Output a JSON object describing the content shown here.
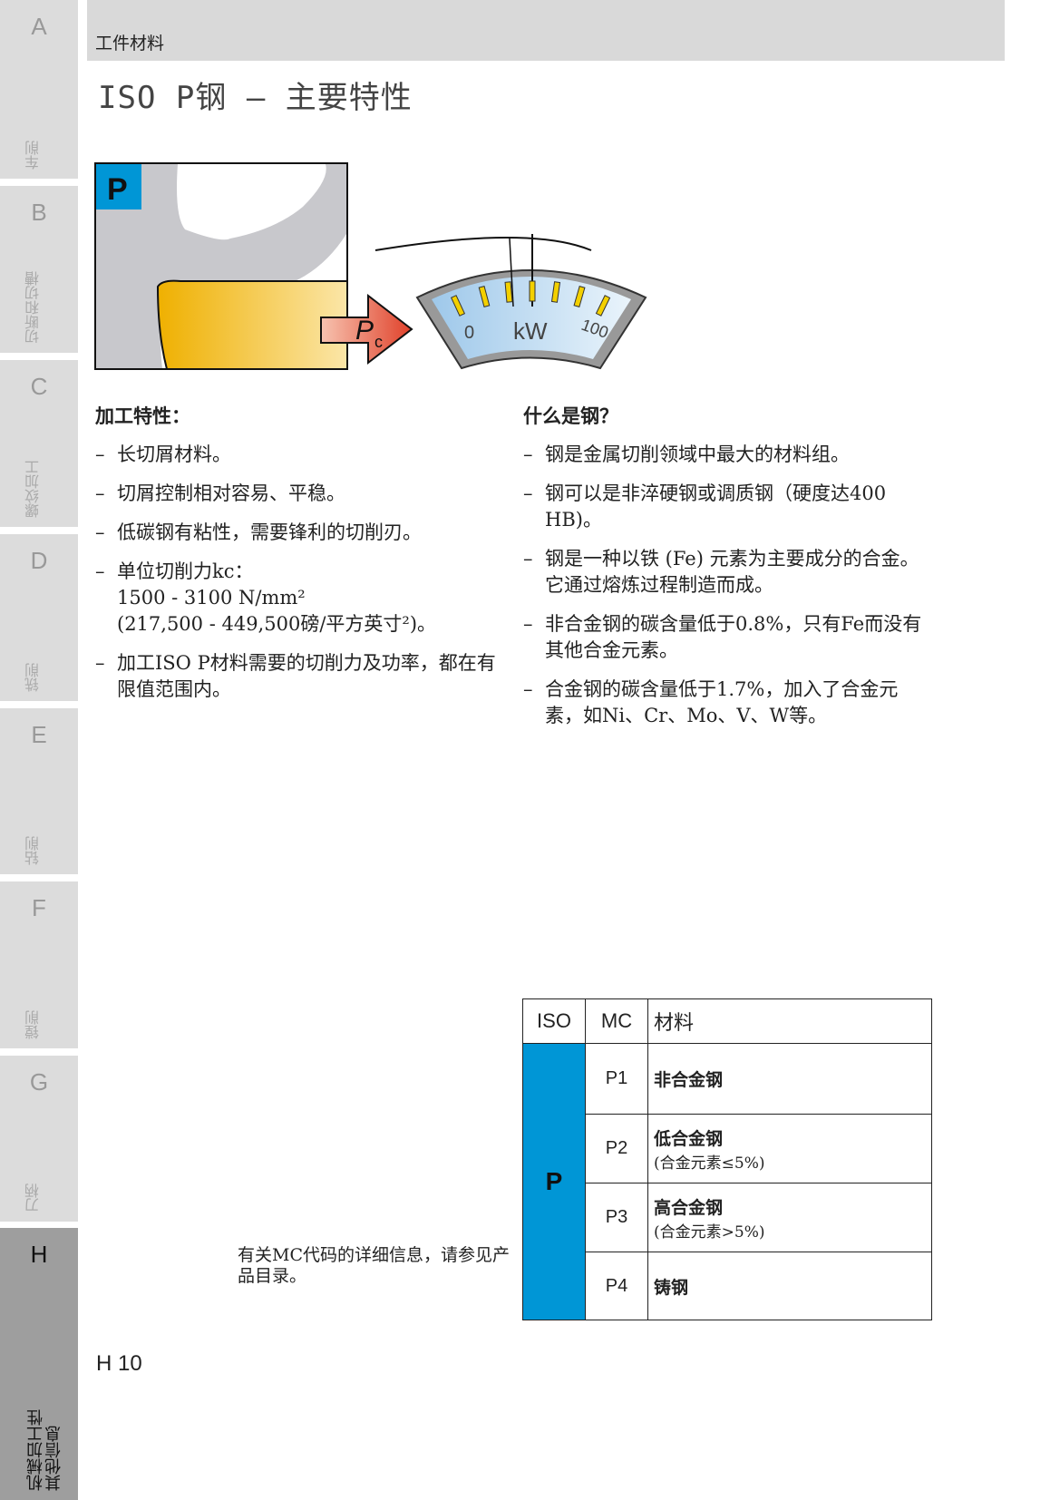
{
  "sidebar": {
    "tabs": [
      {
        "letter": "A",
        "label": "车削"
      },
      {
        "letter": "B",
        "label": "切断和切槽"
      },
      {
        "letter": "C",
        "label": "螺纹加工"
      },
      {
        "letter": "D",
        "label": "铣削"
      },
      {
        "letter": "E",
        "label": "钻削"
      },
      {
        "letter": "F",
        "label": "镗削"
      },
      {
        "letter": "G",
        "label": "刀柄"
      },
      {
        "letter": "H",
        "label": "机械加工性\n其他信息",
        "active": true
      }
    ]
  },
  "header": {
    "section": "工件材料"
  },
  "page_title": "ISO P钢 – 主要特性",
  "illustration": {
    "badge": "P",
    "force_label": "P",
    "force_sub": "c",
    "gauge_min": "0",
    "gauge_unit": "kW",
    "gauge_max": "100",
    "colors": {
      "iso_p": "#0096d6",
      "insert": "#f0b400",
      "arrow": "#e0412a"
    }
  },
  "left": {
    "heading": "加工特性：",
    "items": [
      "长切屑材料。",
      "切屑控制相对容易、平稳。",
      "低碳钢有粘性，需要锋利的切削刃。",
      "单位切削力kc：\n1500 - 3100 N/mm²\n(217,500 - 449,500磅/平方英寸²)。",
      "加工ISO P材料需要的切削力及功率，都在有限值范围内。"
    ]
  },
  "right": {
    "heading": "什么是钢？",
    "items": [
      "钢是金属切削领域中最大的材料组。",
      "钢可以是非淬硬钢或调质钢（硬度达400 HB)。",
      "钢是一种以铁 (Fe) 元素为主要成分的合金。它通过熔炼过程制造而成。",
      "非合金钢的碳含量低于0.8%，只有Fe而没有其他合金元素。",
      "合金钢的碳含量低于1.7%，加入了合金元素，如Ni、Cr、Mo、V、W等。"
    ]
  },
  "note": "有关MC代码的详细信息，请参见产品目录。",
  "table": {
    "headers": [
      "ISO",
      "MC",
      "材料"
    ],
    "iso": "P",
    "rows": [
      {
        "mc": "P1",
        "name": "非合金钢",
        "sub": ""
      },
      {
        "mc": "P2",
        "name": "低合金钢",
        "sub": "(合金元素≤5%)"
      },
      {
        "mc": "P3",
        "name": "高合金钢",
        "sub": "(合金元素>5%)"
      },
      {
        "mc": "P4",
        "name": "铸钢",
        "sub": ""
      }
    ]
  },
  "page_number": "H 10"
}
